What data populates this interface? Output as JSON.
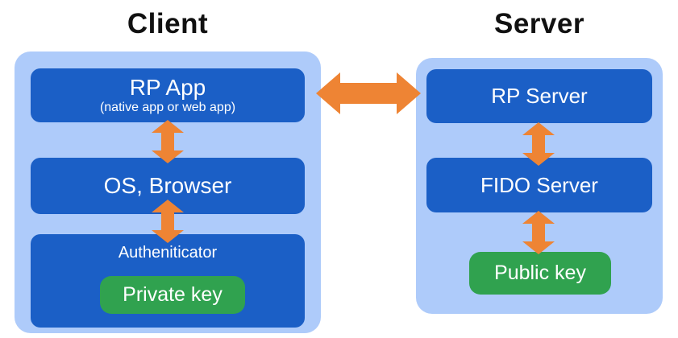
{
  "client": {
    "title": "Client",
    "stack": [
      {
        "label": "RP App",
        "sublabel": "(native app or web app)"
      },
      {
        "label": "OS, Browser"
      },
      {
        "label": "Autheniticator"
      }
    ],
    "key": {
      "label": "Private key"
    }
  },
  "server": {
    "title": "Server",
    "stack": [
      {
        "label": "RP Server"
      },
      {
        "label": "FIDO Server"
      }
    ],
    "key": {
      "label": "Public key"
    }
  },
  "icons": {
    "vertical_arrows": "up-down-arrow-icon",
    "horizontal_arrow": "left-right-arrow-icon"
  },
  "colors": {
    "panel": "#AECBFA",
    "box": "#1B5FC6",
    "arrow": "#EE8434",
    "key": "#30A24F",
    "title": "#111111",
    "box_text": "#FFFFFF"
  }
}
